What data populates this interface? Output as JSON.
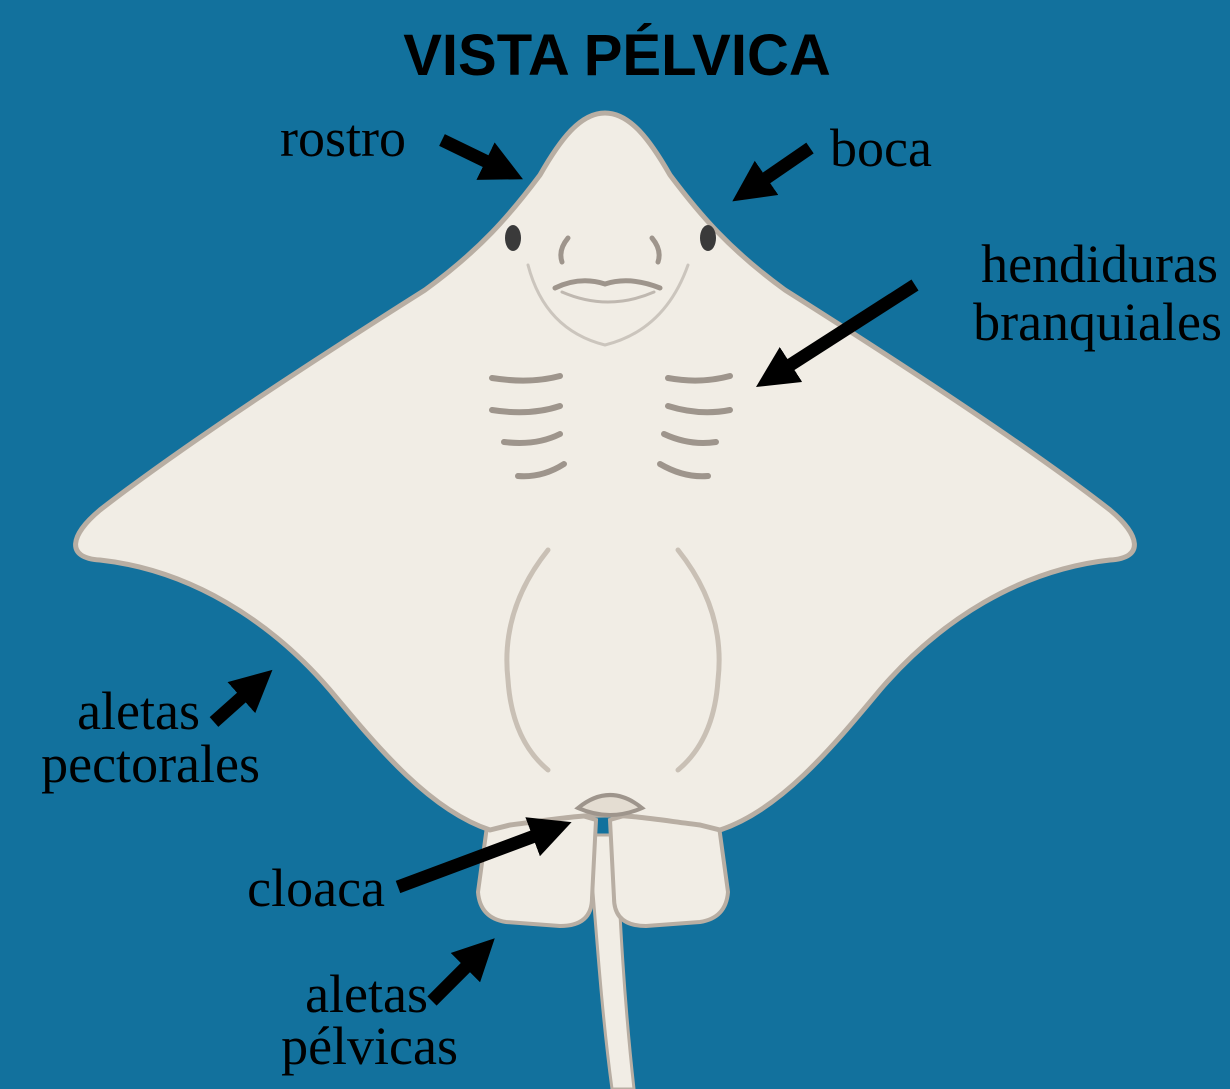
{
  "title": "VISTA PÉLVICA",
  "colors": {
    "background": "#12719d",
    "body_fill": "#f1ede5",
    "body_outline": "#b8aea3",
    "detail_stroke": "#9e958c",
    "text": "#000000"
  },
  "labels": {
    "rostro": "rostro",
    "boca": "boca",
    "hendiduras_line1": "hendiduras",
    "hendiduras_line2": "branquiales",
    "pectorales_line1": "aletas",
    "pectorales_line2": "pectorales",
    "cloaca": "cloaca",
    "pelvicas_line1": "aletas",
    "pelvicas_line2": "pélvicas"
  }
}
